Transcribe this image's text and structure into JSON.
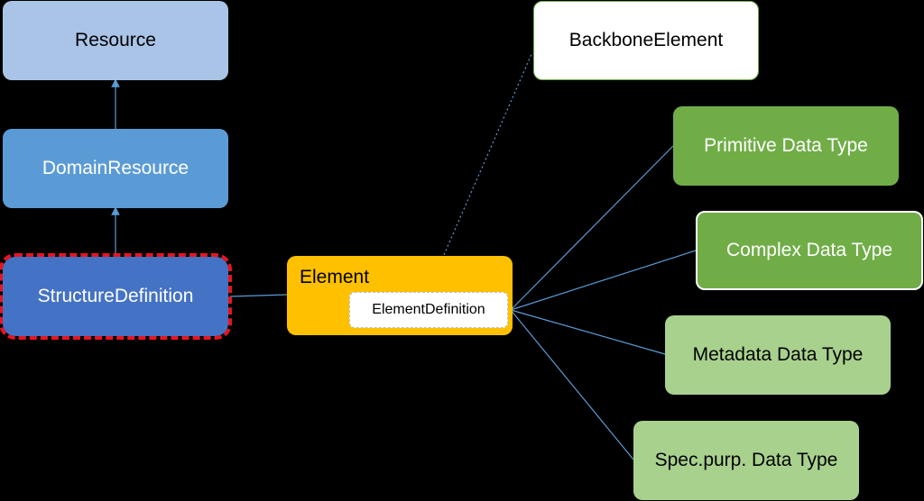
{
  "nodes": {
    "resource": "Resource",
    "domain_resource": "DomainResource",
    "structure_definition": "StructureDefinition",
    "element": "Element",
    "element_definition": "ElementDefinition",
    "backbone_element": "BackboneElement",
    "primitive_data_type": "Primitive Data Type",
    "complex_data_type": "Complex Data Type",
    "metadata_data_type": "Metadata Data Type",
    "spec_purp_data_type": "Spec.purp. Data Type"
  },
  "colors": {
    "background": "#000000",
    "resource": "#a9c4e6",
    "domain_resource": "#5b9bd5",
    "structure_definition": "#4472c4",
    "highlight_dash": "#e8151f",
    "element": "#ffc000",
    "data_type_dark": "#70ad47",
    "data_type_light": "#a9d18e",
    "connector": "#5b9bd5"
  }
}
